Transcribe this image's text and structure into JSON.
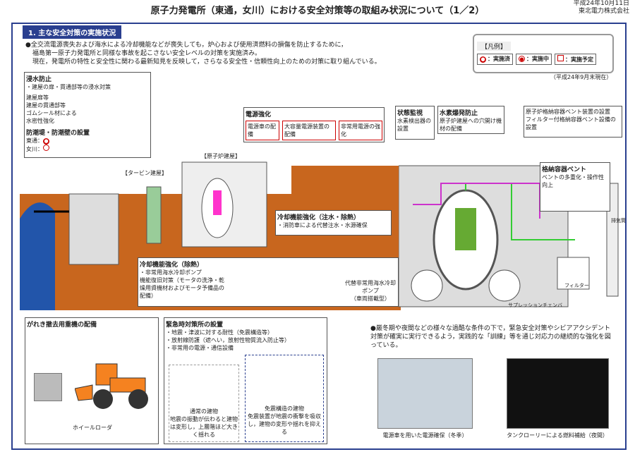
{
  "page": {
    "title": "原子力発電所（東通，女川）における安全対策等の取組み状況について（1／2）",
    "date": "平成24年10月11日",
    "company": "東北電力株式会社"
  },
  "section": {
    "label": "1. 主な安全対策の実施状況"
  },
  "intro": {
    "line1": "●全交流電源喪失および海水による冷却機能などが喪失しても，炉心および使用済燃料の損傷を防止するために，",
    "line2": "福島第一原子力発電所と同様な事故を起こさない安全レベルの対策を実施済み。",
    "line3": "現在，発電所の特性と安全性に関わる最新知見を反映して，さらなる安全性・信頼性向上のための対策に取り組んでいる。"
  },
  "legend": {
    "title": "【凡例】",
    "done": "：実施済",
    "in_progress": "：実施中",
    "planned": "：実施予定"
  },
  "as_of": "（平成24年9月末現在）",
  "boxes": {
    "flood": "浸水防止",
    "flood_sub": "・建屋の扉・貫通部等の浸水対策",
    "flood_door": "建屋扉等",
    "flood_pen": "建屋の貫通部等",
    "gomu": "ゴムシール材による",
    "watertight": "水密性強化",
    "seawall": "防潮堤・防潮壁の設置",
    "higashidori": "東通：",
    "onagawa": "女川：",
    "power": "電源強化",
    "power_1": "電源車の配備",
    "power_2": "大容量電源装置の配備",
    "power_3": "非常用電源の強化",
    "turbine": "【タービン建屋】",
    "reactor_bldg": "【原子炉建屋】",
    "cooling_inject": "冷却機能強化（注水・除熱）",
    "cooling_inject_sub": "・消防車による代替注水・水源確保",
    "cooling_heat": "冷却機能強化（除熱）",
    "cooling_heat_1": "・非常用海水冷却ポンプ",
    "cooling_heat_2": "機能復旧対策（モータの洗浄・乾燥用資機材およびモータ予備品の配備）",
    "pump_caption": "代替非常用海水冷却ポンプ",
    "pump_caption2": "（車両搭載型）",
    "monitor": "状態監視",
    "water_level": "水素検出器の設置",
    "hydrogen": "水素爆発防止",
    "hydrogen_sub": "原子炉建屋への穴開け機材の配備",
    "vent": "原子炉格納容器ベント装置の設置",
    "filter_vent": "フィルター付格納容器ベント設備の設置",
    "vent_label": "格納容器ベント",
    "vent_main": "ベントの多重化・操作性向上",
    "filter": "フィルター",
    "exhaust": "排気筒",
    "suppression": "サプレッションチェンバ"
  },
  "bottom": {
    "debris": "がれき撤去用重機の配備",
    "wheel_loader": "ホイールローダ",
    "emergency": "緊急時対策所の設置",
    "emergency_items": [
      "・地震・津波に対する耐性（免震構造等）",
      "・放射線防護（遮へい，放射性物質流入防止等）",
      "・非常用の電源・通信設備"
    ],
    "normal_bldg": "通常の建物",
    "normal_desc": "地震の振動が伝わると建物は変形し，上層階ほど大きく揺れる",
    "isolation_bldg": "免震構造の建物",
    "isolation_desc": "免震装置が地震の衝撃を吸収し，建物の変形や揺れを抑える",
    "training_text": "●厳冬期や夜間などの様々な過酷な条件の下で，緊急安全対策やシビアアクシデント対策が確実に実行できるよう，実践的な「訓練」等を通じ対応力の継続的な強化を図っている。",
    "photo1_caption": "電源車を用いた電源確保（冬季）",
    "photo2_caption": "タンクローリーによる燃料補給（夜間）"
  },
  "colors": {
    "navy": "#2a3f8f",
    "red": "#cc0000",
    "building_orange": "#c8661e",
    "sea_blue": "#2255aa",
    "green": "#33cc33"
  }
}
